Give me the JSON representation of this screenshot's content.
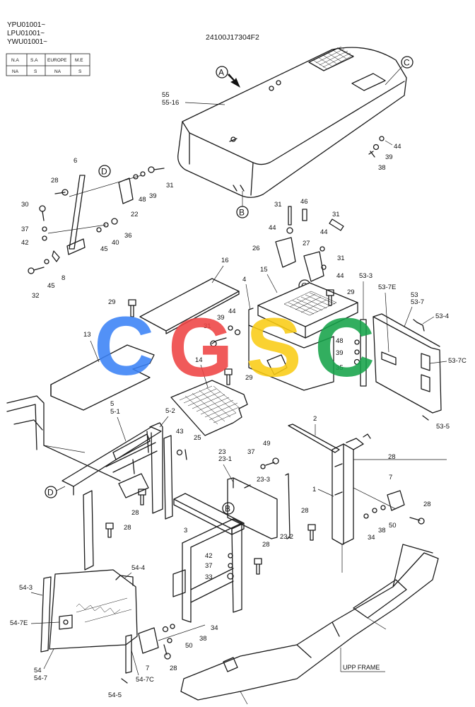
{
  "header": {
    "serial_lines": [
      "YPU01001~",
      "LPU01001~",
      "YWU01001~"
    ],
    "drawing_number": "24100J17304F2"
  },
  "region_table": {
    "headers": [
      "N.A",
      "S.A",
      "EUROPE",
      "M.E"
    ],
    "values": [
      "NA",
      "S",
      "NA",
      "S"
    ]
  },
  "callouts": {
    "A": "A",
    "B": "B",
    "C": "C",
    "D": "D"
  },
  "watermark": {
    "letters": [
      "C",
      "G",
      "S",
      "C"
    ],
    "colors": [
      "#3b82f6",
      "#ef4444",
      "#facc15",
      "#16a34a"
    ]
  },
  "frame_label": "UPP FRAME",
  "parts": {
    "p55": "55",
    "p55_16": "55-16",
    "p44a": "44",
    "p39a": "39",
    "p38a": "38",
    "p6": "6",
    "p28a": "28",
    "p30": "30",
    "p37a": "37",
    "p42a": "42",
    "p45a": "45",
    "p8": "8",
    "p32": "32",
    "p45b": "45",
    "p40": "40",
    "p36": "36",
    "p22": "22",
    "p48a": "48",
    "p39b": "39",
    "p31a": "31",
    "p31b": "31",
    "p46": "46",
    "p44b": "44",
    "p26": "26",
    "p31c": "31",
    "p44c": "44",
    "p27": "27",
    "p31d": "31",
    "p44d": "44",
    "p16": "16",
    "p29a": "29",
    "p4": "4",
    "p15": "15",
    "p29b": "29",
    "p53_3": "53-3",
    "p53_7e": "53-7E",
    "p53": "53",
    "p53_7": "53-7",
    "p53_4": "53-4",
    "p53_7c": "53-7C",
    "p53_5": "53-5",
    "p13": "13",
    "p39c": "39",
    "p44e": "44",
    "p31e": "31",
    "p48b": "48",
    "p39d": "39",
    "p35": "35",
    "p14": "14",
    "p29c": "29",
    "p5": "5",
    "p5_1": "5-1",
    "p5_2": "5-2",
    "p43": "43",
    "p25": "25",
    "p2": "2",
    "p28b": "28",
    "p23": "23",
    "p23_1": "23-1",
    "p37b": "37",
    "p49": "49",
    "p23_3": "23-3",
    "p23_2": "23-2",
    "p1": "1",
    "p7a": "7",
    "p28c": "28",
    "p28d": "28",
    "p34a": "34",
    "p38b": "38",
    "p50a": "50",
    "p3": "3",
    "p28e": "28",
    "p28f": "28",
    "p28g": "28",
    "p42b": "42",
    "p37c": "37",
    "p33": "33",
    "p54_4": "54-4",
    "p54_3": "54-3",
    "p54_7e": "54-7E",
    "p54": "54",
    "p54_7": "54-7",
    "p54_5": "54-5",
    "p54_7c": "54-7C",
    "p7b": "7",
    "p34b": "34",
    "p38c": "38",
    "p50b": "50",
    "p28h": "28"
  }
}
